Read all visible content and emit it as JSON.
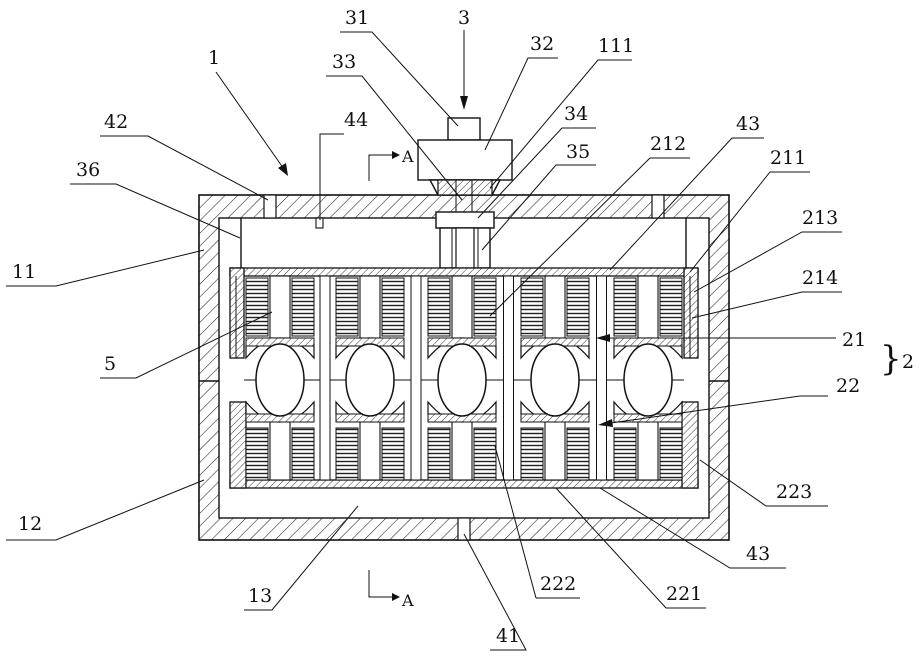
{
  "diagram": {
    "labels": [
      {
        "id": "l31",
        "text": "31"
      },
      {
        "id": "l3",
        "text": "3"
      },
      {
        "id": "l32",
        "text": "32"
      },
      {
        "id": "l111",
        "text": "111"
      },
      {
        "id": "l1",
        "text": "1"
      },
      {
        "id": "l33",
        "text": "33"
      },
      {
        "id": "l34",
        "text": "34"
      },
      {
        "id": "l42",
        "text": "42"
      },
      {
        "id": "l44",
        "text": "44"
      },
      {
        "id": "l43t",
        "text": "43"
      },
      {
        "id": "l212",
        "text": "212"
      },
      {
        "id": "l35",
        "text": "35"
      },
      {
        "id": "l211",
        "text": "211"
      },
      {
        "id": "l36",
        "text": "36"
      },
      {
        "id": "l213",
        "text": "213"
      },
      {
        "id": "l11",
        "text": "11"
      },
      {
        "id": "l214",
        "text": "214"
      },
      {
        "id": "l5",
        "text": "5"
      },
      {
        "id": "l21",
        "text": "21"
      },
      {
        "id": "l2",
        "text": "2"
      },
      {
        "id": "l22",
        "text": "22"
      },
      {
        "id": "l223",
        "text": "223"
      },
      {
        "id": "l12",
        "text": "12"
      },
      {
        "id": "l43b",
        "text": "43"
      },
      {
        "id": "l222",
        "text": "222"
      },
      {
        "id": "l221",
        "text": "221"
      },
      {
        "id": "l13",
        "text": "13"
      },
      {
        "id": "l41",
        "text": "41"
      }
    ],
    "section_marks": [
      {
        "id": "aTop",
        "text": "A"
      },
      {
        "id": "aBot",
        "text": "A"
      }
    ],
    "brace": "}"
  }
}
